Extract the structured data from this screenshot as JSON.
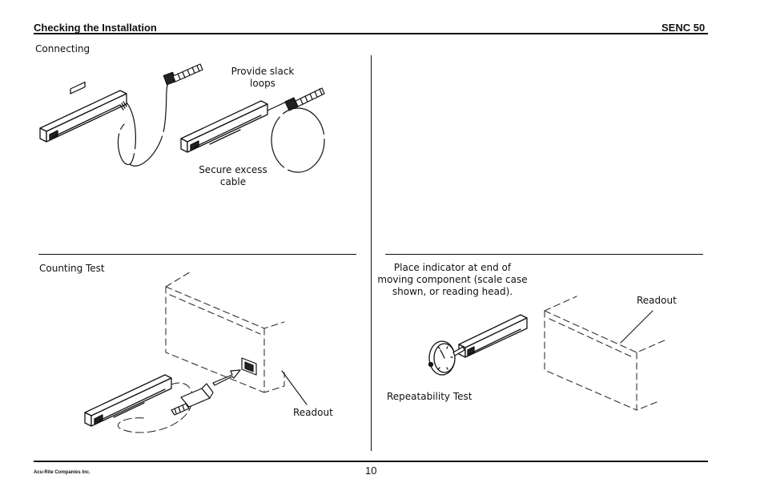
{
  "header": {
    "section_title": "Checking the Installation",
    "product": "SENC 50"
  },
  "panels": {
    "connecting": {
      "title": "Connecting",
      "slack_note": [
        "Provide slack",
        "loops"
      ],
      "excess_note": [
        "Secure excess",
        "cable"
      ]
    },
    "counting_test": {
      "title": "Counting Test",
      "readout_label": "Readout"
    },
    "repeatability_test": {
      "title": "Repeatability Test",
      "instruction": [
        "Place indicator at end of",
        "moving component (scale case",
        "shown, or reading head)."
      ],
      "readout_label": "Readout"
    }
  },
  "footer": {
    "company": "Acu-Rite Companies Inc.",
    "page_number": "10"
  }
}
